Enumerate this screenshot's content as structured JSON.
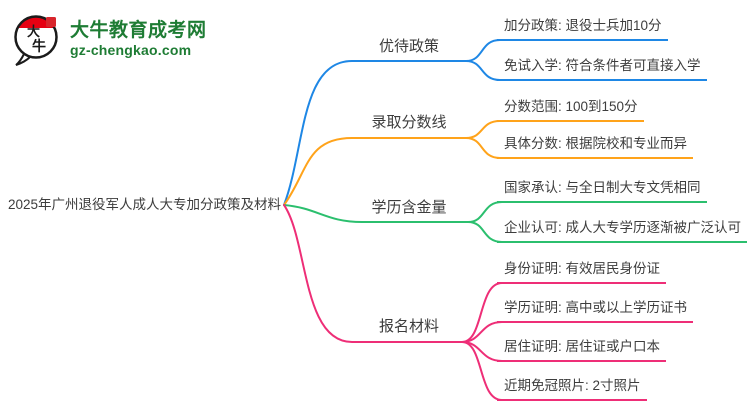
{
  "logo": {
    "site_name": "大牛教育成考网",
    "site_url": "gz-chengkao.com",
    "badge_text_top": "大",
    "badge_text_bottom": "牛",
    "brand_color": "#1e7c34",
    "accent_red": "#e60012"
  },
  "mindmap": {
    "root": "2025年广州退役军人成人大专加分政策及材料",
    "branches": [
      {
        "label": "优待政策",
        "color": "#1E87E5",
        "children": [
          "加分政策: 退役士兵加10分",
          "免试入学: 符合条件者可直接入学"
        ]
      },
      {
        "label": "录取分数线",
        "color": "#FFA31A",
        "children": [
          "分数范围: 100到150分",
          "具体分数: 根据院校和专业而异"
        ]
      },
      {
        "label": "学历含金量",
        "color": "#2BBF6E",
        "children": [
          "国家承认: 与全日制大专文凭相同",
          "企业认可: 成人大专学历逐渐被广泛认可"
        ]
      },
      {
        "label": "报名材料",
        "color": "#EE2E77",
        "children": [
          "身份证明: 有效居民身份证",
          "学历证明: 高中或以上学历证书",
          "居住证明: 居住证或户口本",
          "近期免冠照片: 2寸照片"
        ]
      }
    ]
  }
}
